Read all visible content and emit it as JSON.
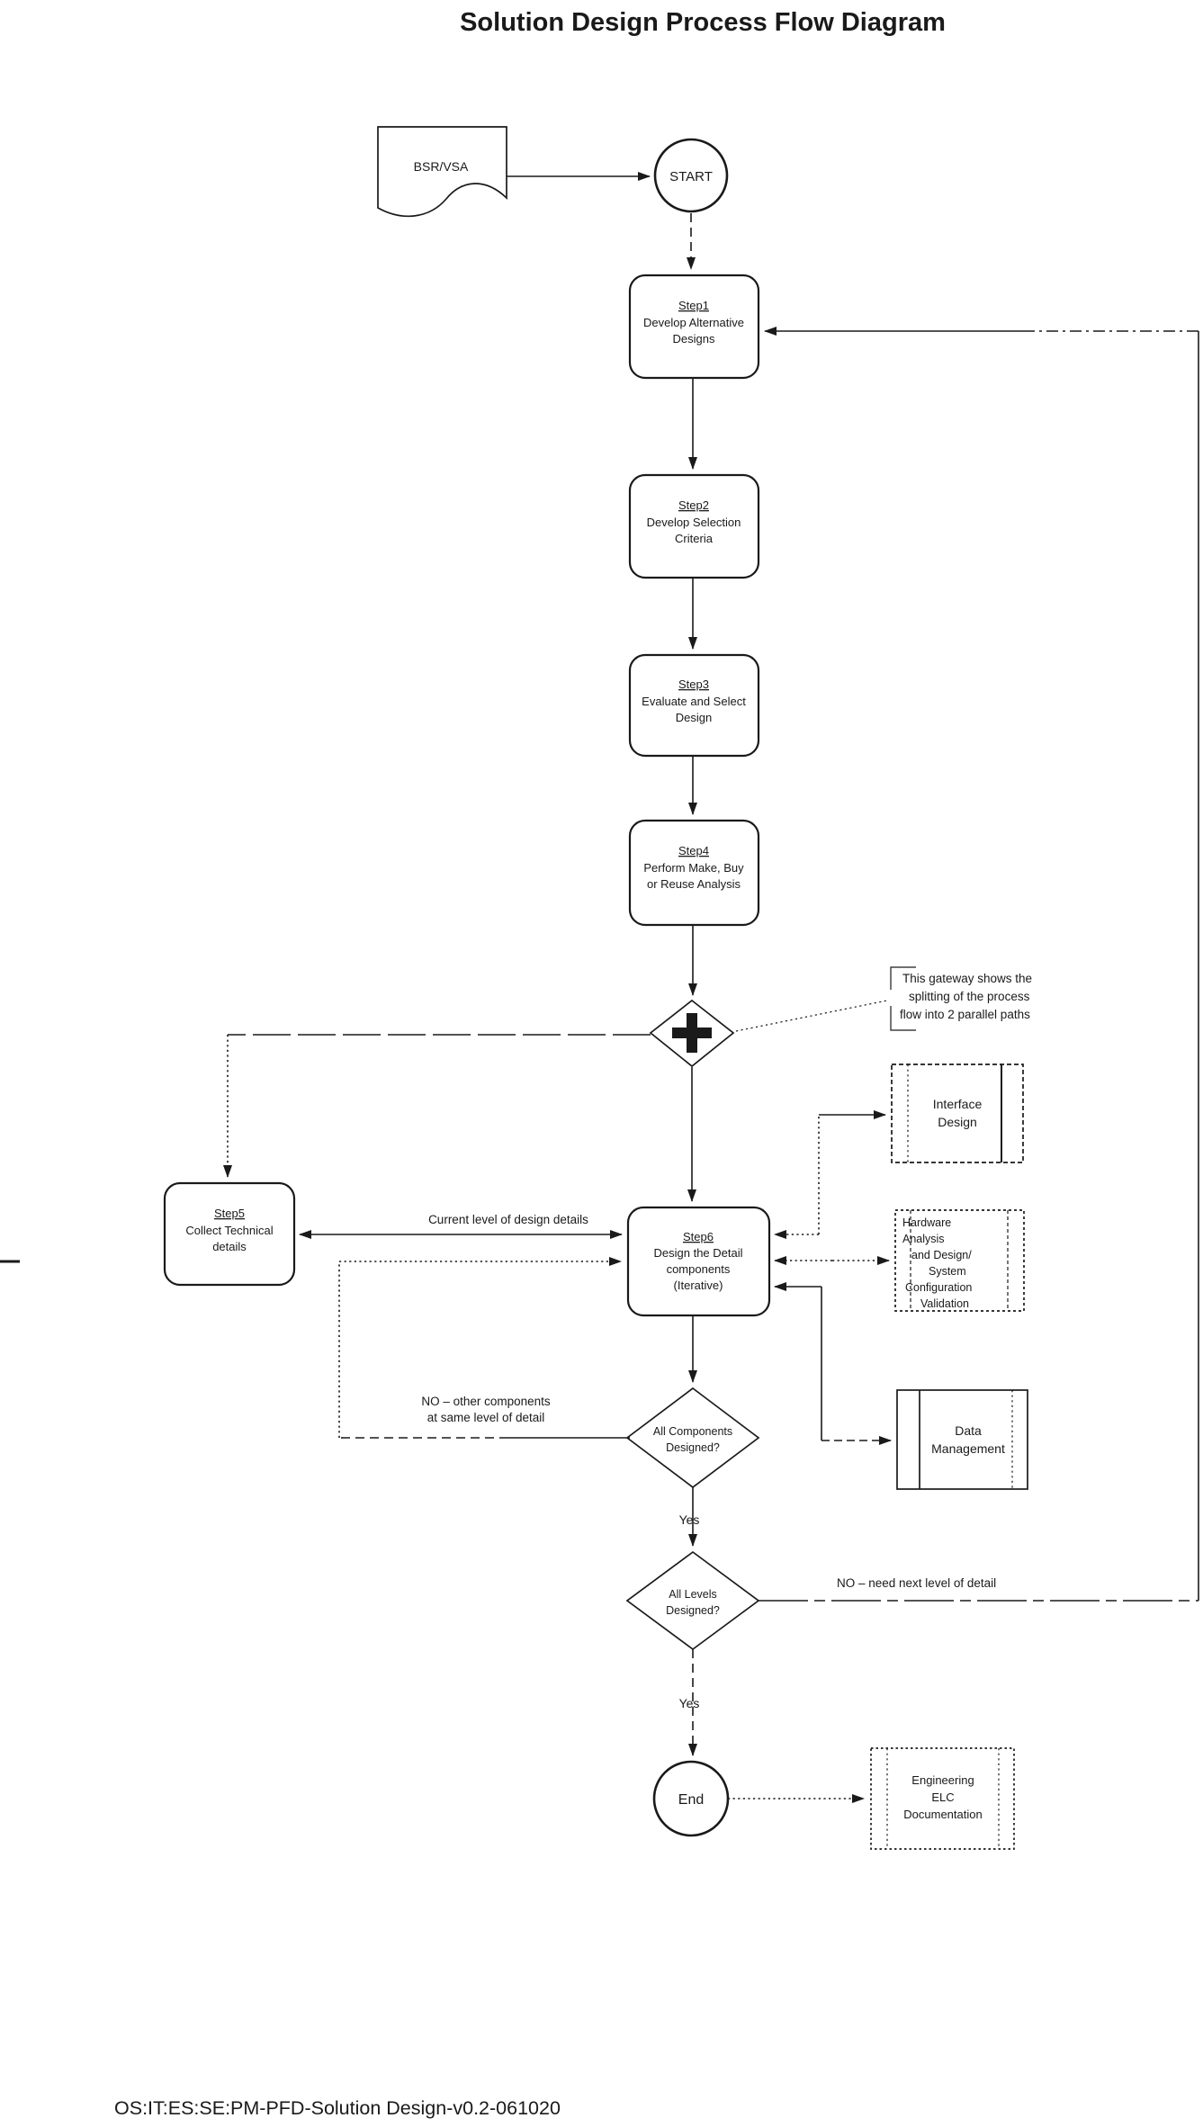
{
  "page": {
    "title": "Solution Design Process Flow Diagram",
    "footer": "OS:IT:ES:SE:PM-PFD-Solution Design-v0.2-061020"
  },
  "colors": {
    "ink": "#1a1a1a",
    "paper": "#ffffff"
  },
  "nodes": {
    "document": {
      "label": "BSR/VSA"
    },
    "start": {
      "label": "START"
    },
    "step1": {
      "id": "Step1",
      "lines": [
        "Develop Alternative",
        "Designs"
      ]
    },
    "step2": {
      "id": "Step2",
      "lines": [
        "Develop Selection",
        "Criteria"
      ]
    },
    "step3": {
      "id": "Step3",
      "lines": [
        "Evaluate and Select",
        "Design"
      ]
    },
    "step4": {
      "id": "Step4",
      "lines": [
        "Perform Make, Buy",
        "or Reuse Analysis"
      ]
    },
    "step5": {
      "id": "Step5",
      "lines": [
        "Collect Technical",
        "details"
      ]
    },
    "step6": {
      "id": "Step6",
      "lines": [
        "Design the Detail",
        "components",
        "(Iterative)"
      ]
    },
    "interface_design": {
      "lines": [
        "Interface",
        "Design"
      ]
    },
    "hardware": {
      "lines": [
        "Hardware",
        "Analysis",
        "and Design/",
        "System",
        "Configuration",
        "Validation"
      ]
    },
    "data_management": {
      "lines": [
        "Data",
        "Management"
      ]
    },
    "engineering": {
      "lines": [
        "Engineering",
        "ELC",
        "Documentation"
      ]
    },
    "all_components": {
      "lines": [
        "All Components",
        "Designed?"
      ]
    },
    "all_levels": {
      "lines": [
        "All Levels",
        "Designed?"
      ]
    },
    "end": {
      "label": "End"
    }
  },
  "annotations": {
    "gateway_note": {
      "lines": [
        "This gateway shows the",
        "splitting of the process",
        "flow into 2 parallel paths"
      ]
    }
  },
  "edge_labels": {
    "current_level": "Current level of design details",
    "no_components": [
      "NO – other components",
      "at same level of detail"
    ],
    "no_levels": "NO – need next level of detail",
    "yes_components": "Yes",
    "yes_levels": "Yes"
  }
}
